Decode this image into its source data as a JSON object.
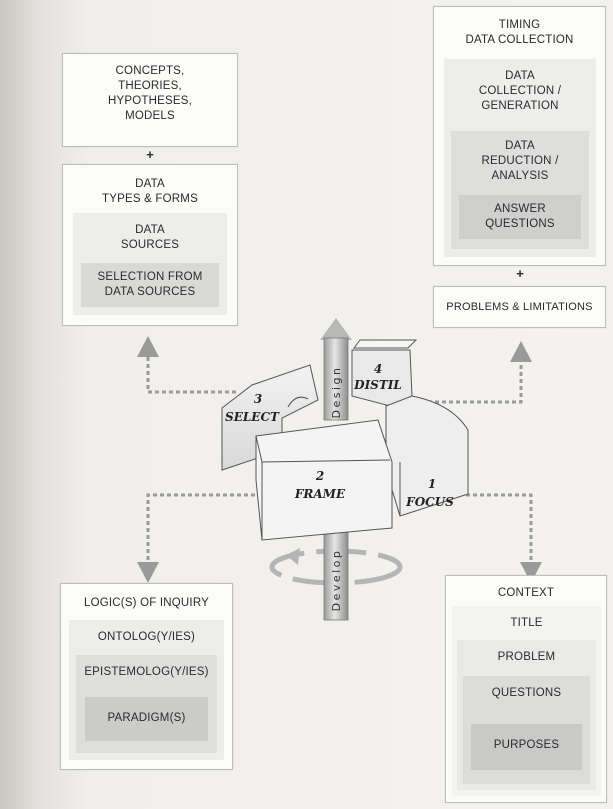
{
  "top_left": {
    "concepts": "CONCEPTS,\nTHEORIES,\nHYPOTHESES,\nMODELS",
    "plus": "+",
    "data_types": "DATA\nTYPES & FORMS",
    "data_sources": "DATA\nSOURCES",
    "selection": "SELECTION FROM\nDATA SOURCES"
  },
  "top_right": {
    "timing": "TIMING\nDATA COLLECTION",
    "collection": "DATA\nCOLLECTION /\nGENERATION",
    "reduction": "DATA\nREDUCTION /\nANALYSIS",
    "answer": "ANSWER\nQUESTIONS",
    "plus": "+",
    "problems": "PROBLEMS & LIMITATIONS"
  },
  "bottom_left": {
    "logic": "LOGIC(S) OF INQUIRY",
    "ontology": "ONTOLOG(Y/IES)",
    "epistemology": "EPISTEMOLOG(Y/IES)",
    "paradigm": "PARADIGM(S)"
  },
  "bottom_right": {
    "context": "CONTEXT",
    "title": "TITLE",
    "problem": "PROBLEM",
    "questions": "QUESTIONS",
    "purposes": "PURPOSES"
  },
  "center": {
    "select_num": "3",
    "select": "SELECT",
    "distil_num": "4",
    "distil": "DISTIL",
    "frame_num": "2",
    "frame": "FRAME",
    "focus_num": "1",
    "focus": "FOCUS",
    "design": "Design",
    "develop": "Develop"
  },
  "colors": {
    "arrow": "#9a9a9a",
    "nest1": "#ebebea",
    "nest2": "#dcdcdb",
    "nest3": "#cfcfce"
  }
}
